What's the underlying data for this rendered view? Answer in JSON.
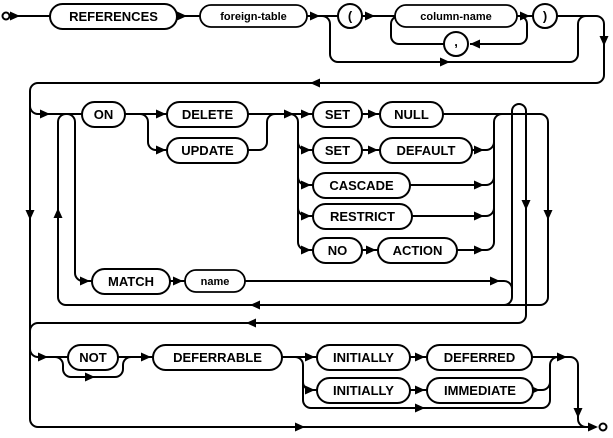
{
  "diagram": {
    "kind": "railroad-syntax-diagram",
    "colors": {
      "rail": "#000000",
      "background": "#ffffff",
      "text": "#000000"
    },
    "nodes": {
      "references": "REFERENCES",
      "foreign_table": "foreign-table",
      "lparen": "(",
      "column_name": "column-name",
      "comma": ",",
      "rparen": ")",
      "on": "ON",
      "delete": "DELETE",
      "update": "UPDATE",
      "set1": "SET",
      "null": "NULL",
      "set2": "SET",
      "default": "DEFAULT",
      "cascade": "CASCADE",
      "restrict": "RESTRICT",
      "no": "NO",
      "action": "ACTION",
      "match": "MATCH",
      "name": "name",
      "not": "NOT",
      "deferrable": "DEFERRABLE",
      "initially1": "INITIALLY",
      "deferred": "DEFERRED",
      "initially2": "INITIALLY",
      "immediate": "IMMEDIATE"
    }
  }
}
